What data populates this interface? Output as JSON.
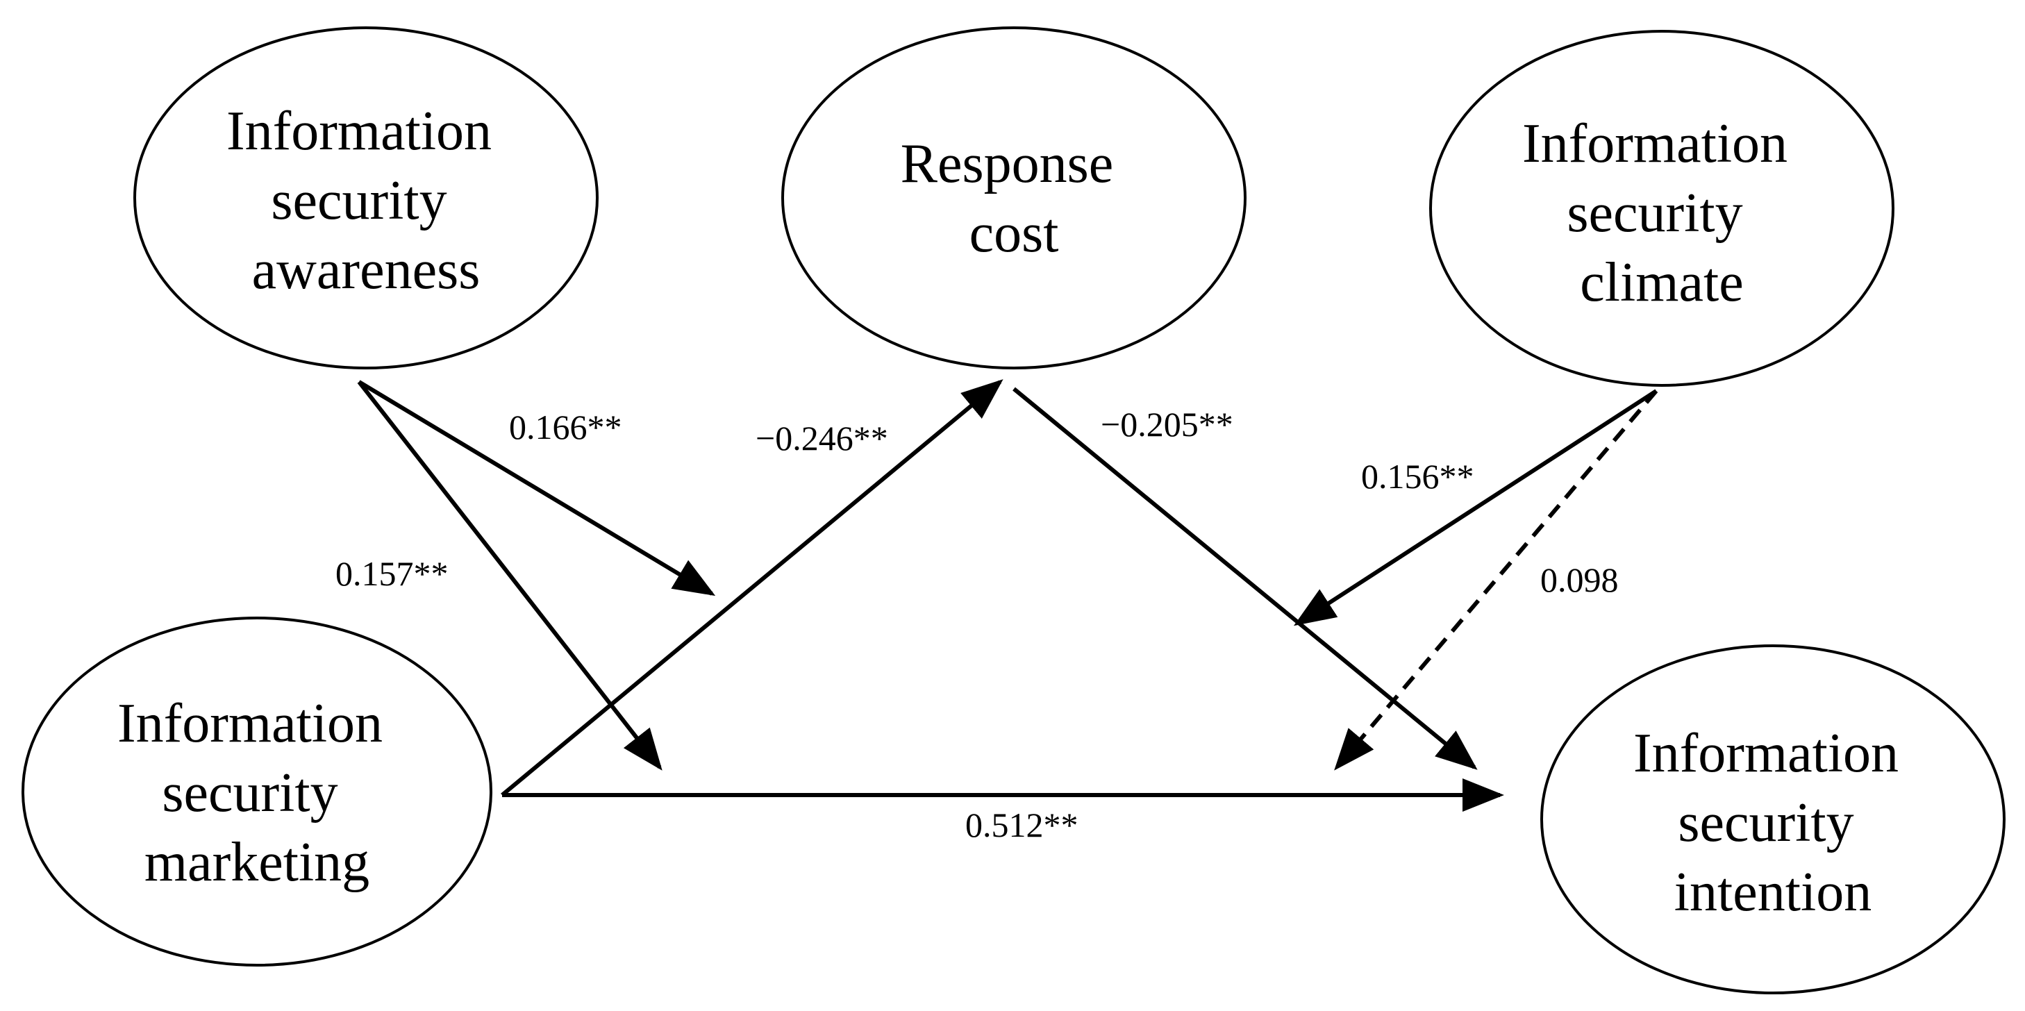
{
  "nodes": {
    "awareness": {
      "lines": [
        "Information",
        "security",
        "awareness"
      ]
    },
    "response_cost": {
      "lines": [
        "Response",
        "cost"
      ]
    },
    "climate": {
      "lines": [
        "Information",
        "security",
        "climate"
      ]
    },
    "marketing": {
      "lines": [
        "Information",
        "security",
        "marketing"
      ]
    },
    "intention": {
      "lines": [
        "Information",
        "security",
        "intention"
      ]
    }
  },
  "edges": {
    "awareness_moderation_a": {
      "label": "0.166**",
      "style": "solid"
    },
    "awareness_moderation_b": {
      "label": "0.157**",
      "style": "solid"
    },
    "marketing_to_response_cost": {
      "label": "−0.246**",
      "style": "solid"
    },
    "response_cost_to_intention": {
      "label": "−0.205**",
      "style": "solid"
    },
    "climate_moderation_a": {
      "label": "0.156**",
      "style": "solid"
    },
    "climate_moderation_b": {
      "label": "0.098",
      "style": "dashed"
    },
    "marketing_to_intention": {
      "label": "0.512**",
      "style": "solid"
    }
  },
  "colors": {
    "line": "#000000",
    "background": "#ffffff"
  }
}
